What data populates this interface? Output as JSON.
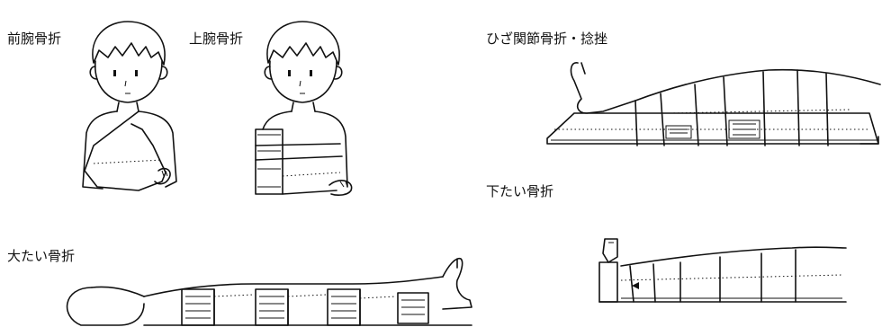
{
  "captions": {
    "forearm": "前腕骨折",
    "upper_arm": "上腕骨折",
    "knee": "ひざ関節骨折・捻挫",
    "lower_leg": "下たい骨折",
    "thigh": "大たい骨折"
  },
  "colors": {
    "ink": "#111111",
    "background": "#ffffff"
  }
}
